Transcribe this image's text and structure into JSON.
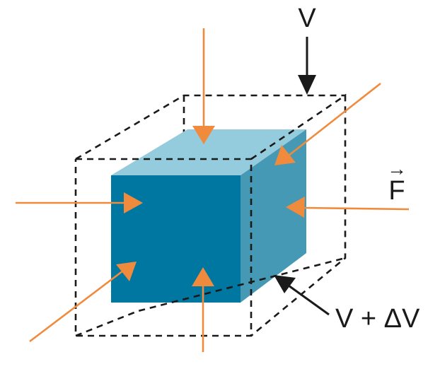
{
  "labels": {
    "initial_volume": "V",
    "force": "F",
    "force_vector_mark": "→",
    "final_volume": "V + ΔV"
  },
  "colors": {
    "cube_front": "#0077A0",
    "cube_top": "#94CCDD",
    "cube_side": "#4599B4",
    "force_arrow": "#F08A3C",
    "outline": "#1A1A1A"
  },
  "icons": {
    "force_arrow": "orange-arrow-icon",
    "pointer_arrow": "black-arrow-icon"
  }
}
